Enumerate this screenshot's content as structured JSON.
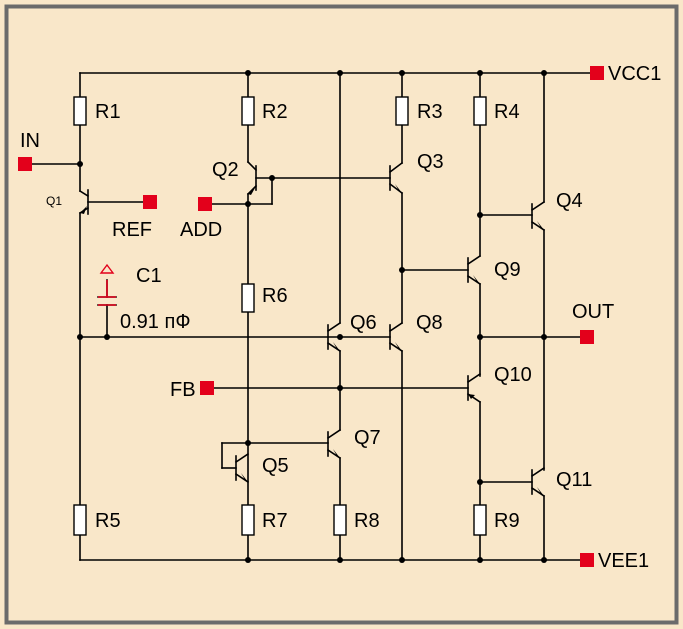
{
  "diagram": {
    "type": "circuit-schematic",
    "colors": {
      "background": "#f9e7c9",
      "border": "#6b6b6b",
      "wire": "#000000",
      "pin": "#e3001b",
      "capacitor_marker": "#e3001b"
    },
    "ports": {
      "vcc": "VCC1",
      "vee": "VEE1",
      "in": "IN",
      "out": "OUT",
      "ref": "REF",
      "add": "ADD",
      "fb": "FB"
    },
    "resistors": [
      "R1",
      "R2",
      "R3",
      "R4",
      "R5",
      "R6",
      "R7",
      "R8",
      "R9"
    ],
    "transistors": [
      "Q1",
      "Q2",
      "Q3",
      "Q4",
      "Q5",
      "Q6",
      "Q7",
      "Q8",
      "Q9",
      "Q10",
      "Q11"
    ],
    "capacitor": {
      "name": "C1",
      "value": "0.91 пФ"
    }
  }
}
